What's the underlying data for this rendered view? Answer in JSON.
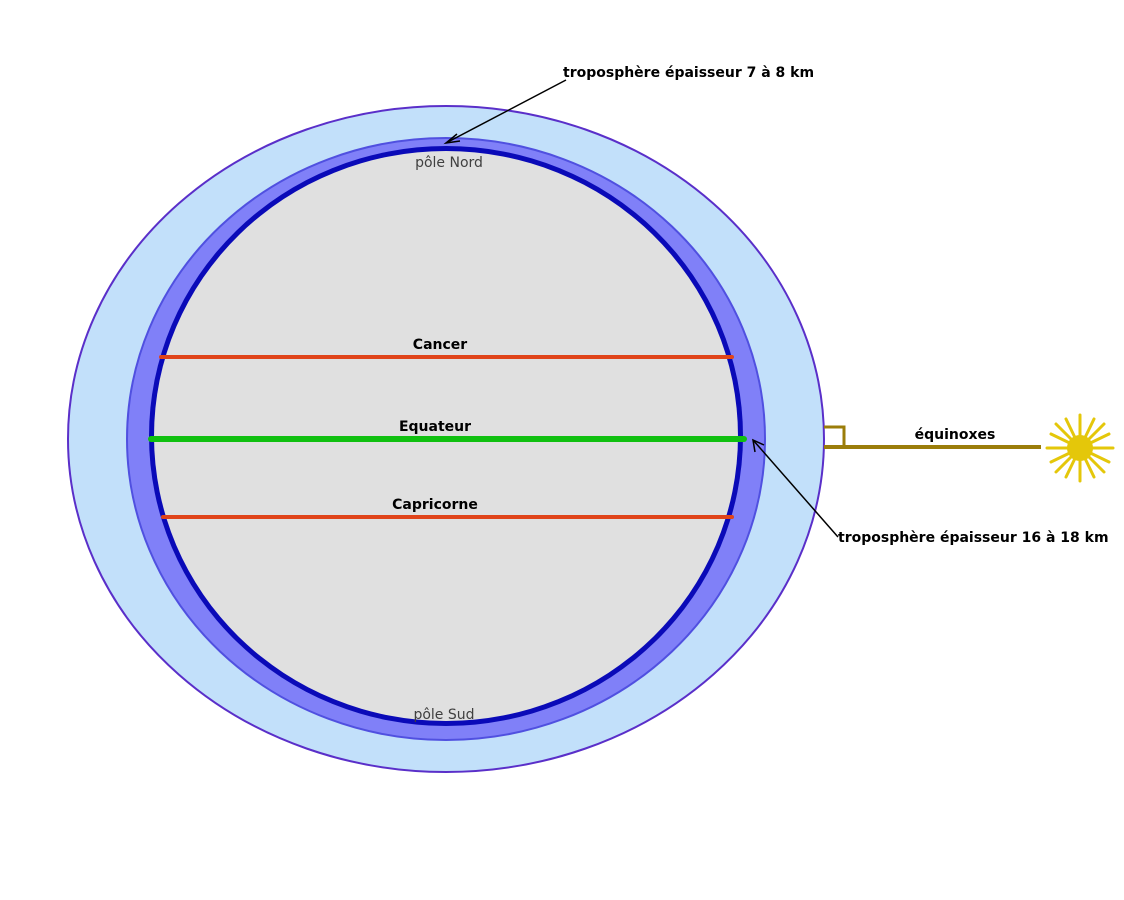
{
  "labels": {
    "tropo_north": "troposphère épaisseur 7 à 8 km",
    "tropo_equator": "troposphère épaisseur 16 à 18 km",
    "pole_north": "pôle Nord",
    "pole_south": "pôle Sud",
    "cancer": "Cancer",
    "equator": "Equateur",
    "capricorn": "Capricorne",
    "equinox": "équinoxes"
  },
  "icons": {
    "sun": "sun-icon",
    "right_angle": "right-angle-icon"
  },
  "colors": {
    "background": "#ffffff",
    "atmosphere_outer": "#c2e0fa",
    "atmosphere_outer_stroke": "#5a2fc9",
    "troposphere": "#8080f8",
    "troposphere_stroke": "#5050e0",
    "surface_ring": "#0a0ab8",
    "earth": "#e0e0e0",
    "tropic_lines": "#e0441a",
    "equator_line": "#10c010",
    "sun_ray": "#9b7d0a",
    "sun": "#e4c70a",
    "arrows": "#000000"
  }
}
